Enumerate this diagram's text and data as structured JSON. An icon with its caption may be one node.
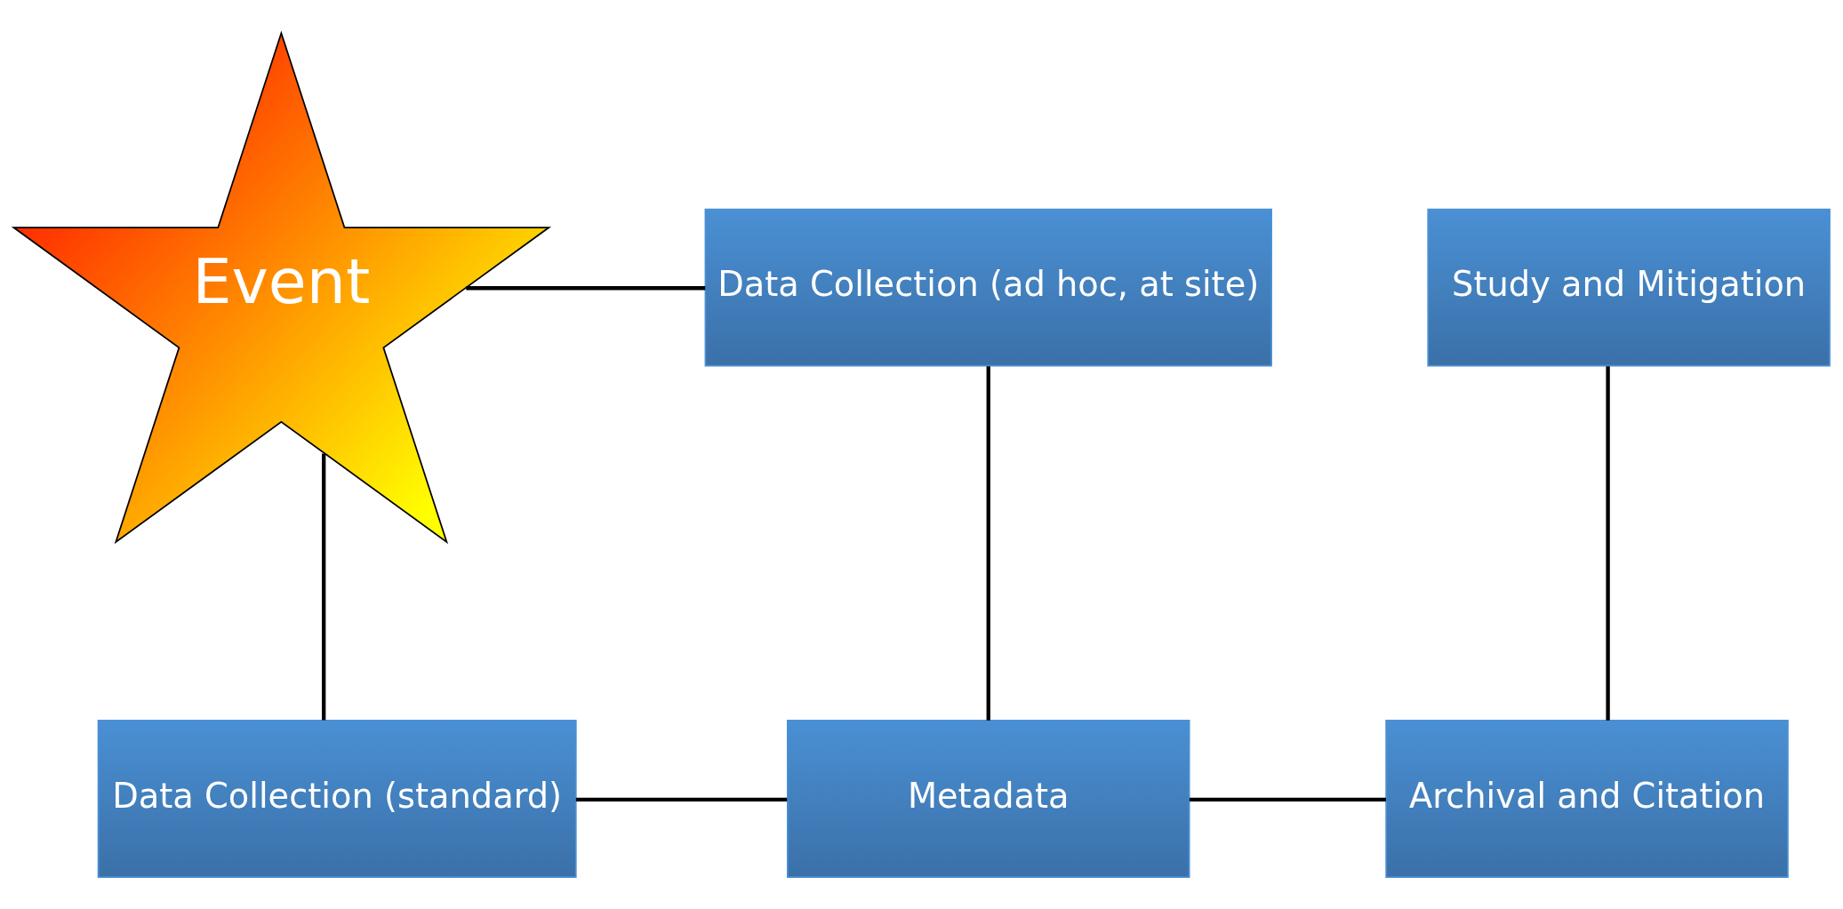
{
  "diagram": {
    "nodes": [
      {
        "text": [
          "Event"
        ]
      },
      {
        "text": [
          "Data Collection (ad hoc, at site)"
        ]
      },
      {
        "text": [
          "Study and Mitigation"
        ]
      },
      {
        "text": [
          "Data Collection (standard)"
        ]
      },
      {
        "text": [
          "Metadata"
        ]
      },
      {
        "text": [
          "Archival and Citation"
        ]
      }
    ],
    "edges": [
      {
        "from": 0,
        "to": 1,
        "arrow": "none"
      },
      {
        "from": 0,
        "to": 3,
        "arrow": "none"
      },
      {
        "from": 1,
        "to": 4,
        "arrow": "none"
      },
      {
        "from": 3,
        "to": 4,
        "arrow": "none"
      },
      {
        "from": 4,
        "to": 5,
        "arrow": "none"
      },
      {
        "from": 2,
        "to": 5,
        "arrow": "none"
      }
    ]
  }
}
